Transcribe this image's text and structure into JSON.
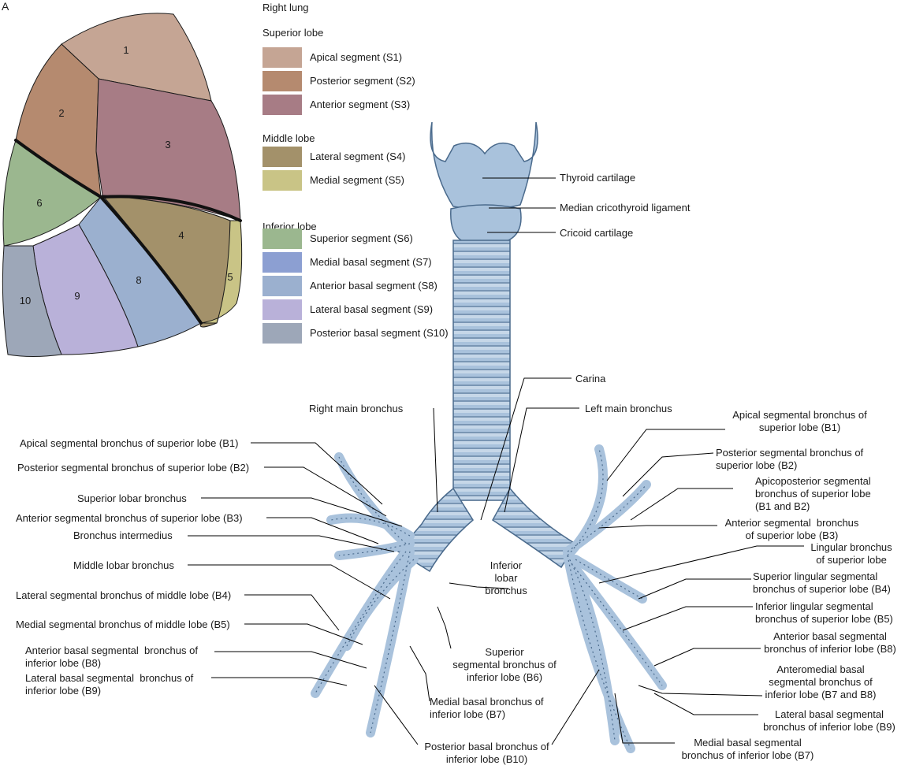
{
  "panel_letter": "A",
  "legend": {
    "title_line1": "Right lung",
    "groups": [
      {
        "title": "Superior lobe",
        "items": [
          {
            "label": "Apical segment (S1)",
            "color": "#c5a594"
          },
          {
            "label": "Posterior segment (S2)",
            "color": "#b58a6f"
          },
          {
            "label": "Anterior segment (S3)",
            "color": "#a77c85"
          }
        ]
      },
      {
        "title": "Middle lobe",
        "items": [
          {
            "label": "Lateral segment (S4)",
            "color": "#a3916a"
          },
          {
            "label": "Medial segment (S5)",
            "color": "#c9c486"
          }
        ]
      },
      {
        "title": "Inferior lobe",
        "items": [
          {
            "label": "Superior segment (S6)",
            "color": "#9bb78f"
          },
          {
            "label": "Medial basal segment (S7)",
            "color": "#8c9fd2"
          },
          {
            "label": "Anterior basal segment (S8)",
            "color": "#9bb0cf"
          },
          {
            "label": "Lateral basal segment (S9)",
            "color": "#b9b1d9"
          },
          {
            "label": "Posterior basal segment (S10)",
            "color": "#9da7b8"
          }
        ]
      }
    ]
  },
  "segment_numbers": [
    "1",
    "2",
    "3",
    "4",
    "5",
    "6",
    "8",
    "9",
    "10"
  ],
  "labels": {
    "thyroid": "Thyroid cartilage",
    "median_crico": "Median cricothyroid ligament",
    "cricoid": "Cricoid cartilage",
    "carina": "Carina",
    "right_main": "Right main bronchus",
    "left_main": "Left main bronchus",
    "r_b1": "Apical segmental bronchus of superior lobe (B1)",
    "r_b2": "Posterior segmental bronchus of superior lobe (B2)",
    "r_sup_lobar": "Superior lobar bronchus",
    "r_b3": "Anterior segmental bronchus of superior lobe (B3)",
    "r_intermedius": "Bronchus intermedius",
    "r_middle_lobar": "Middle lobar bronchus",
    "r_b4": "Lateral segmental bronchus of middle lobe (B4)",
    "r_b5": "Medial segmental bronchus of middle lobe (B5)",
    "r_b8": "Anterior basal segmental  bronchus of\ninferior lobe (B8)",
    "r_b9": "Lateral basal segmental  bronchus of\ninferior lobe (B9)",
    "inferior_lobar": "Inferior\nlobar\nbronchus",
    "b6": "Superior\nsegmental bronchus of\ninferior lobe (B6)",
    "b7_medial": "Medial basal bronchus of\ninferior lobe (B7)",
    "b10": "Posterior basal bronchus of\ninferior lobe (B10)",
    "l_b1": "Apical segmental bronchus of\nsuperior lobe (B1)",
    "l_b2": "Posterior segmental bronchus of\nsuperior lobe (B2)",
    "l_b12": "Apicoposterior segmental\nbronchus of superior lobe\n(B1 and B2)",
    "l_b3": "Anterior segmental  bronchus\nof superior lobe (B3)",
    "lingular": "Lingular bronchus\nof superior lobe",
    "sup_lingular": "Superior lingular segmental\nbronchus of superior lobe (B4)",
    "inf_lingular": "Inferior lingular segmental\nbronchus of superior lobe (B5)",
    "l_b8": "Anterior basal segmental\nbronchus of inferior lobe (B8)",
    "l_b78": "Anteromedial basal\nsegmental bronchus of\ninferior lobe (B7 and B8)",
    "l_b9": "Lateral basal segmental\nbronchus of inferior lobe (B9)",
    "l_b7": "Medial basal segmental\nbronchus of inferior lobe (B7)"
  },
  "colors": {
    "airway_fill": "#a9c2dc",
    "airway_stroke": "#4a6a8c",
    "leader_line": "#000000"
  }
}
